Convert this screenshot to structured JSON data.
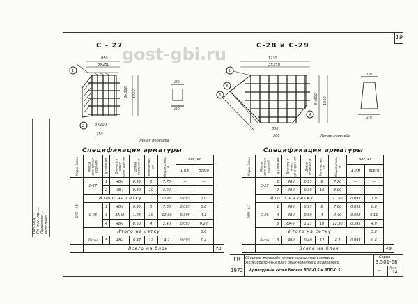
{
  "sheet_number": "19",
  "drawings": {
    "left_title": "С - 27",
    "right_title": "С-28 и С-29",
    "left_dims": {
      "top": "950",
      "inner": "3×250",
      "side": "1050",
      "side_inner": "3×300",
      "bottom": "3×200",
      "bottom2": "250"
    },
    "right_dims": {
      "top": "1230",
      "inner": "3×250",
      "side": "1050",
      "side_inner": "3×300",
      "bottom": "500",
      "bottom2": "300"
    },
    "left_section": {
      "top": "250",
      "bottom": "210"
    },
    "right_section": {
      "top": "170",
      "bottom": "210"
    },
    "left_callouts": [
      "1",
      "2"
    ],
    "right_callouts": [
      "1",
      "3",
      "6",
      "4"
    ],
    "left_note": "Линия перегиба",
    "right_note": "Линии перегиба"
  },
  "left_spec": {
    "title": "Спецификация арматуры",
    "headers": [
      "Марка блока",
      "Марка арматурных изделий",
      "№ позиций",
      "Диаметр и класс арматуры, мм",
      "Длина позиции, м",
      "Количество, шт.",
      "Общая длина, м",
      "Вес, кг",
      "1 п.м",
      "Всего"
    ],
    "block": "ВПС - 0.5",
    "groups": [
      {
        "mark": "С-27",
        "rows": [
          [
            "1",
            "4В-I",
            "0.95",
            "8",
            "7.70",
            "—",
            "—"
          ],
          [
            "2",
            "4В-I",
            "0.39",
            "10",
            "3.90",
            "—",
            "—"
          ]
        ],
        "subtotal": [
          "Итого на сетку",
          "11.60",
          "0.093",
          "1.0"
        ]
      },
      {
        "mark": "С-26",
        "rows": [
          [
            "1",
            "4В-I",
            "0.95",
            "8",
            "7.60",
            "0.093",
            "0.8"
          ],
          [
            "3",
            "8А-III",
            "1.23",
            "10",
            "12.30",
            "0.395",
            "4.1"
          ],
          [
            "4",
            "4В-I",
            "0.60",
            "4",
            "2.40",
            "0.093",
            "0.22"
          ]
        ],
        "subtotal": [
          "Итого на сетку",
          "5.6"
        ]
      }
    ],
    "loops": {
      "mark": "Петли",
      "row": [
        "5",
        "4В-I",
        "0.47",
        "12",
        "4.2",
        "0.093",
        "0.4"
      ]
    },
    "total": [
      "Всего на блок",
      "7.1"
    ]
  },
  "right_spec": {
    "title": "Спецификация арматуры",
    "headers": [
      "Марка блока",
      "Марка арматурных изделий",
      "№ позиций",
      "Диаметр и класс арматуры, мм",
      "Длина позиции, м",
      "Количество, шт.",
      "Общая длина, м",
      "Вес, кг",
      "1 п.м",
      "Всего"
    ],
    "block": "ВПП - 0.5",
    "groups": [
      {
        "mark": "С-27",
        "rows": [
          [
            "1",
            "4В-I",
            "0.95",
            "8",
            "7.70",
            "—",
            "—"
          ],
          [
            "2",
            "4В-I",
            "0.39",
            "10",
            "3.90",
            "—",
            "—"
          ]
        ],
        "subtotal": [
          "Итого на сетку",
          "11.60",
          "0.093",
          "1.0"
        ]
      },
      {
        "mark": "С-29",
        "rows": [
          [
            "1",
            "4В-I",
            "0.95",
            "8",
            "7.60",
            "0.093",
            "0.8"
          ],
          [
            "4",
            "4В-I",
            "0.60",
            "4",
            "2.40",
            "0.093",
            "0.11"
          ],
          [
            "6",
            "8А-III",
            "1.23",
            "10",
            "12.30",
            "0.395",
            "4.9"
          ]
        ],
        "subtotal": [
          "Итого на сетку",
          "5.8"
        ]
      }
    ],
    "loops": {
      "mark": "Петли",
      "row": [
        "3",
        "4В-I",
        "0.40",
        "12",
        "4.2",
        "0.093",
        "0.4"
      ]
    },
    "total": [
      "Всего на блок",
      "4.9"
    ]
  },
  "title_block": {
    "org": "ТК",
    "year": "1972",
    "line1": "Сборные железобетонные подпорные стенки из",
    "line2": "железобетонных плит обыкновенного подпорного",
    "line3": "Арматурные сетки блоков ВПС-0.5 и ВПП-0.5",
    "series_label": "Серия",
    "series": "3.501-68",
    "dash": "—",
    "sheet_label": "Лист",
    "sheet": "14"
  },
  "side_stamp": [
    "Нач. отд. …",
    "Гл. инж. пр. …",
    "Проверил …",
    "Исполнил …"
  ],
  "watermark": "gost-gbi.ru"
}
